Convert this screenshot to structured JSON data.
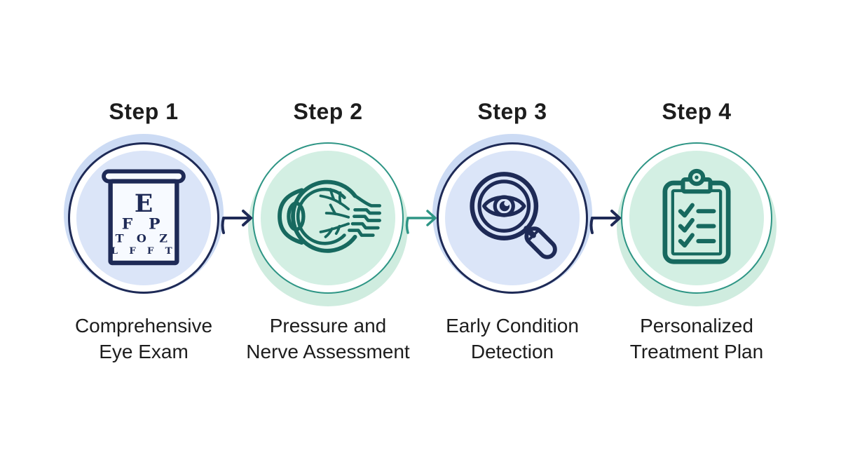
{
  "figure": {
    "type": "four-step-process-infographic",
    "topic": "eye care steps"
  },
  "colors": {
    "navy": "#1e2a56",
    "blue_fill": "#dbe5f8",
    "blue_blob": "#ccdbf4",
    "teal": "#2e9585",
    "teal_dark": "#17695f",
    "mint_fill": "#d3efe3",
    "mint_blob": "#cfecdf",
    "text": "#1d1d1d",
    "bg": "#ffffff"
  },
  "steps": [
    {
      "title": "Step 1",
      "label_lines": [
        "Comprehensive",
        "Eye Exam"
      ],
      "icon": "eye-chart-icon",
      "theme": "blue",
      "chart_rows": [
        "E",
        "F P",
        "T O Z",
        "L F F T"
      ]
    },
    {
      "title": "Step 2",
      "label_lines": [
        "Pressure and",
        "Nerve Assessment"
      ],
      "icon": "eye-anatomy-icon",
      "theme": "green"
    },
    {
      "title": "Step 3",
      "label_lines": [
        "Early Condition",
        "Detection"
      ],
      "icon": "magnifier-eye-icon",
      "theme": "blue"
    },
    {
      "title": "Step 4",
      "label_lines": [
        "Personalized",
        "Treatment Plan"
      ],
      "icon": "clipboard-checklist-icon",
      "theme": "green"
    }
  ],
  "arrows": [
    {
      "from": "step-1",
      "to": "step-2",
      "color": "#1e2a56"
    },
    {
      "from": "step-2",
      "to": "step-3",
      "color": "#2e9585"
    },
    {
      "from": "step-3",
      "to": "step-4",
      "color": "#1e2a56"
    }
  ]
}
